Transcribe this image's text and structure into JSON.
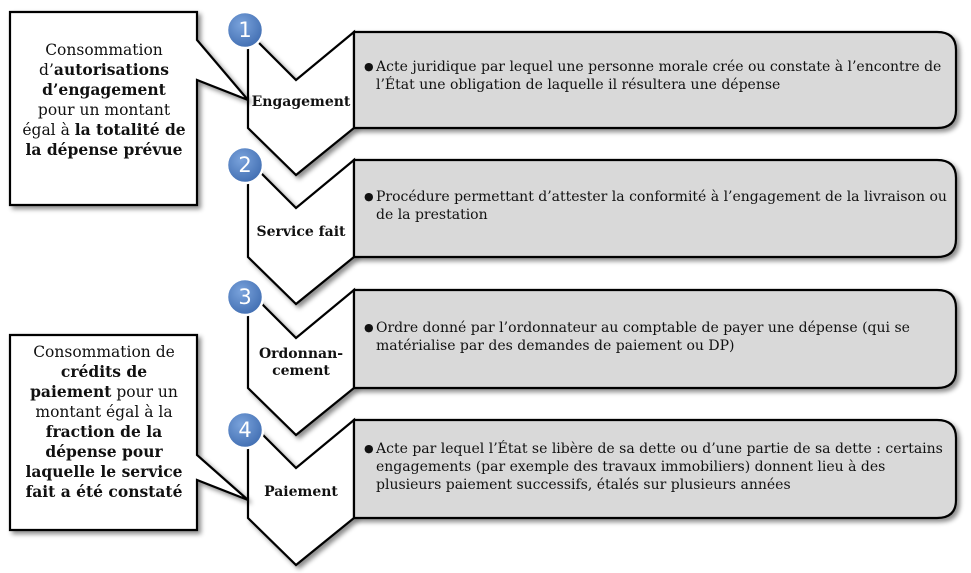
{
  "steps": [
    {
      "number": "1",
      "label": "Engagement",
      "description": "Acte juridique par lequel une personne morale crée ou constate à l’encontre de l’État une obligation de laquelle il résultera une dépense"
    },
    {
      "number": "2",
      "label": "Service fait",
      "description": "Procédure permettant d’attester la conformité à l’engagement de la livraison ou de la prestation"
    },
    {
      "number": "3",
      "label_lines": [
        "Ordonnan-",
        "cement"
      ],
      "description": "Ordre donné par l’ordonnateur au comptable de payer une dépense (qui se matérialise par des demandes de paiement ou DP)"
    },
    {
      "number": "4",
      "label": "Paiement",
      "description": "Acte par lequel l’État se libère de sa dette ou d’une partie de sa dette : certains engagements (par exemple des travaux immobiliers) donnent lieu à des plusieurs paiement successifs,  étalés sur plusieurs années"
    }
  ],
  "callouts": {
    "top": {
      "line1": "Consommation",
      "line2_a": "d’",
      "line2_b": "autorisations",
      "line3": "d’engagement",
      "line4": "pour un montant",
      "line5_a": "égal à ",
      "line5_b": "la totalité de",
      "line6": "la dépense prévue"
    },
    "bottom": {
      "line1": "Consommation de",
      "line2": "crédits de",
      "line3_a": "paiement",
      "line3_b": " pour un",
      "line4": "montant égal à la",
      "line5": "fraction de la",
      "line6": "dépense pour",
      "line7": "laquelle le service",
      "line8": "fait a été constaté"
    }
  },
  "colors": {
    "circle_fill": "#4f7ec2",
    "circle_stroke": "#2b4f86",
    "box_fill": "#d9d9d9",
    "stroke": "#000000"
  }
}
